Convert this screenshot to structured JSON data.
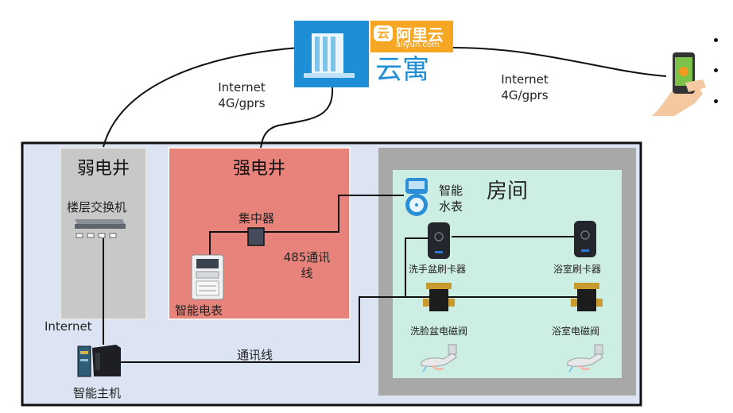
{
  "cloud": {
    "brand": "阿里云",
    "domain": "aliyun.com",
    "product": "云寓"
  },
  "links": {
    "left": "Internet\n4G/gprs",
    "right": "Internet\n4G/gprs"
  },
  "weak_shaft": {
    "title": "弱电井",
    "switch_label": "楼层交换机",
    "uplink_label": "Internet"
  },
  "strong_shaft": {
    "title": "强电井",
    "concentrator_label": "集中器",
    "meter_label": "智能电表",
    "rs485_label": "485通讯\n线"
  },
  "host": {
    "label": "智能主机",
    "cable_label": "通讯线"
  },
  "room": {
    "title": "房间",
    "water_meter_label": "智能\n水表",
    "card_reader_basin": "洗手盆刷卡器",
    "card_reader_bath": "浴室刷卡器",
    "valve_basin": "洗脸盆电磁阀",
    "valve_bath": "浴室电磁阀"
  },
  "colors": {
    "outer_bg": "#dce3f2",
    "weak_bg": "#c8c8c8",
    "strong_bg": "#e8837b",
    "room_outer": "#a8a8a8",
    "room_inner": "#cdeee2",
    "server_blue": "#1e8fd6",
    "aliyun_orange": "#f5a623"
  }
}
